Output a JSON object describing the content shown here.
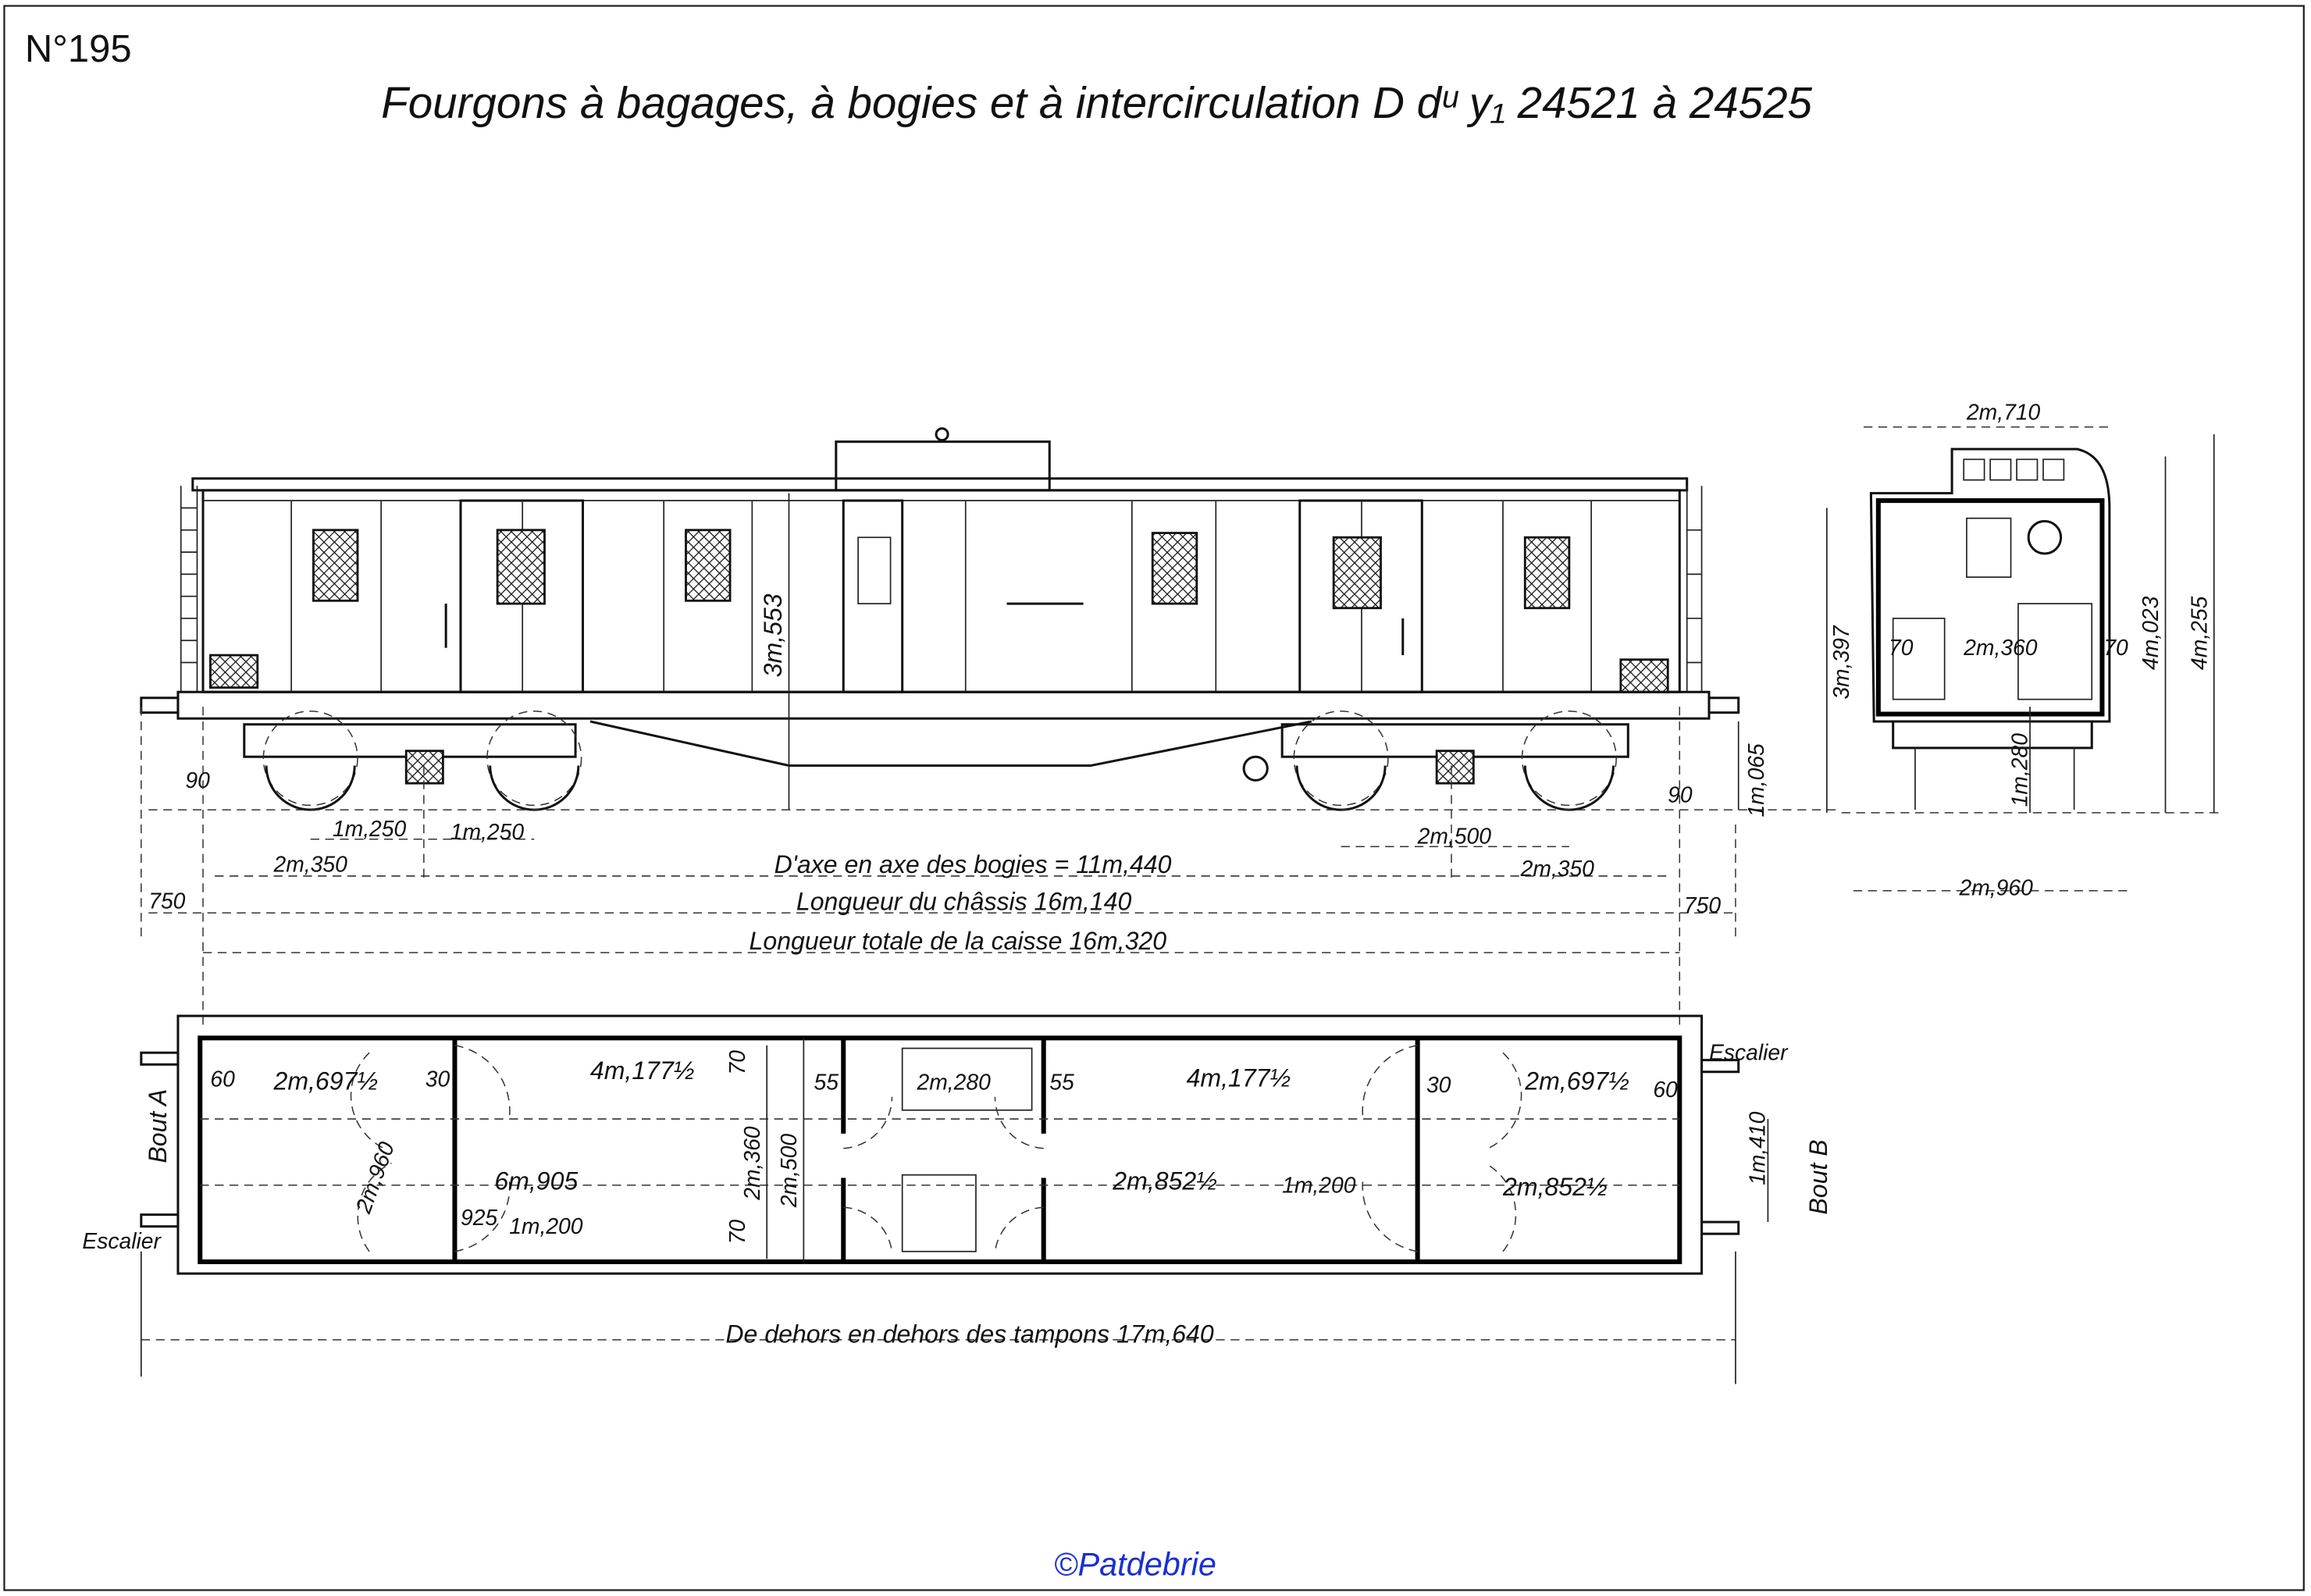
{
  "sheet": {
    "number": "N°195",
    "title": "Fourgons à bagages, à bogies et à intercirculation D dᵘ y₁ 24521 à 24525",
    "copyright": "©Patdebrie"
  },
  "side_elevation": {
    "height_label": "3m,553",
    "left_end_offset": "90",
    "right_end_offset": "90",
    "height_rail": "1m,065",
    "axle_spacing_left_a": "1m,250",
    "axle_spacing_left_b": "1m,250",
    "bogie_wheelbase_right": "2m,500",
    "end_to_bogie_left": "2m,350",
    "end_to_bogie_right": "2m,350",
    "bogie_centres": "D'axe en axe des bogies = 11m,440",
    "buffer_left": "750",
    "buffer_right": "750",
    "chassis_length": "Longueur du châssis 16m,140",
    "body_length": "Longueur totale de la caisse 16m,320"
  },
  "end_view": {
    "width_top": "2m,710",
    "height_a": "3m,397",
    "height_b": "4m,023",
    "height_c": "4m,255",
    "inner_width": "2m,360",
    "side_left": "70",
    "side_right": "70",
    "floor_height": "1m,280",
    "overall_width": "2m,960"
  },
  "plan": {
    "end_a": "Bout A",
    "end_b": "Bout B",
    "stair_left": "Escalier",
    "stair_right": "Escalier",
    "comp1_length": "2m,697½",
    "comp2_length": "4m,177½",
    "comp3_length": "2m,280",
    "comp4_length": "4m,177½",
    "comp5_length": "2m,697½",
    "width_inner": "2m,360",
    "width_outer": "2m,500",
    "diag": "2m,960",
    "gangway_length": "6m,905",
    "door_width_left": "1m,200",
    "door_width_right": "1m,200",
    "office_length": "2m,852½",
    "end_length_right": "2m,852½",
    "end_width": "1m,410",
    "small_60_left": "60",
    "small_60_right": "60",
    "small_30_left": "30",
    "small_30_right": "30",
    "small_55_left": "55",
    "small_55_right": "55",
    "small_70_top": "70",
    "small_70_bottom": "70",
    "small_925": "925",
    "buffers_length": "De dehors en dehors des tampons 17m,640"
  }
}
